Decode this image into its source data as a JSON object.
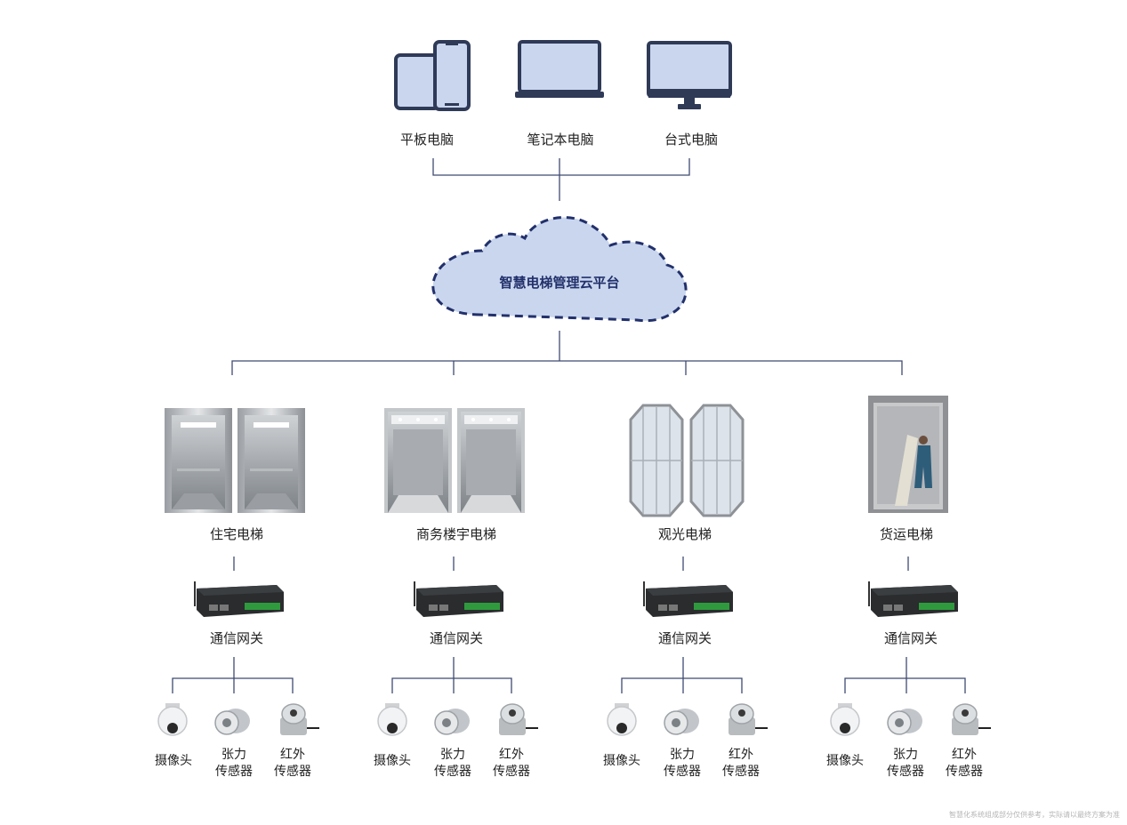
{
  "devices": [
    {
      "label": "平板电脑",
      "icon": "tablet-phone-icon"
    },
    {
      "label": "笔记本电脑",
      "icon": "laptop-icon"
    },
    {
      "label": "台式电脑",
      "icon": "desktop-monitor-icon"
    }
  ],
  "cloud": {
    "label": "智慧电梯管理云平台"
  },
  "elevators": [
    {
      "label": "住宅电梯",
      "icon": "residential-elevator-icon"
    },
    {
      "label": "商务楼宇电梯",
      "icon": "commercial-elevator-icon"
    },
    {
      "label": "观光电梯",
      "icon": "sightseeing-elevator-icon"
    },
    {
      "label": "货运电梯",
      "icon": "freight-elevator-icon"
    }
  ],
  "gateway": {
    "label": "通信网关",
    "icon": "gateway-device-icon"
  },
  "sensors": {
    "camera": {
      "label": "摄像头",
      "icon": "dome-camera-icon"
    },
    "tension": {
      "line1": "张力",
      "line2": "传感器",
      "icon": "tension-sensor-icon"
    },
    "infrared": {
      "line1": "红外",
      "line2": "传感器",
      "icon": "infrared-sensor-icon"
    }
  },
  "footnote": "智慧化系统组成部分仅供参考，实际请以最终方案为准",
  "colors": {
    "line": "#3f4a72",
    "cloud_fill": "#c9d6ee",
    "cloud_stroke": "#22306b",
    "device_fill": "#c9d6ee",
    "device_frame": "#2f3a57"
  }
}
